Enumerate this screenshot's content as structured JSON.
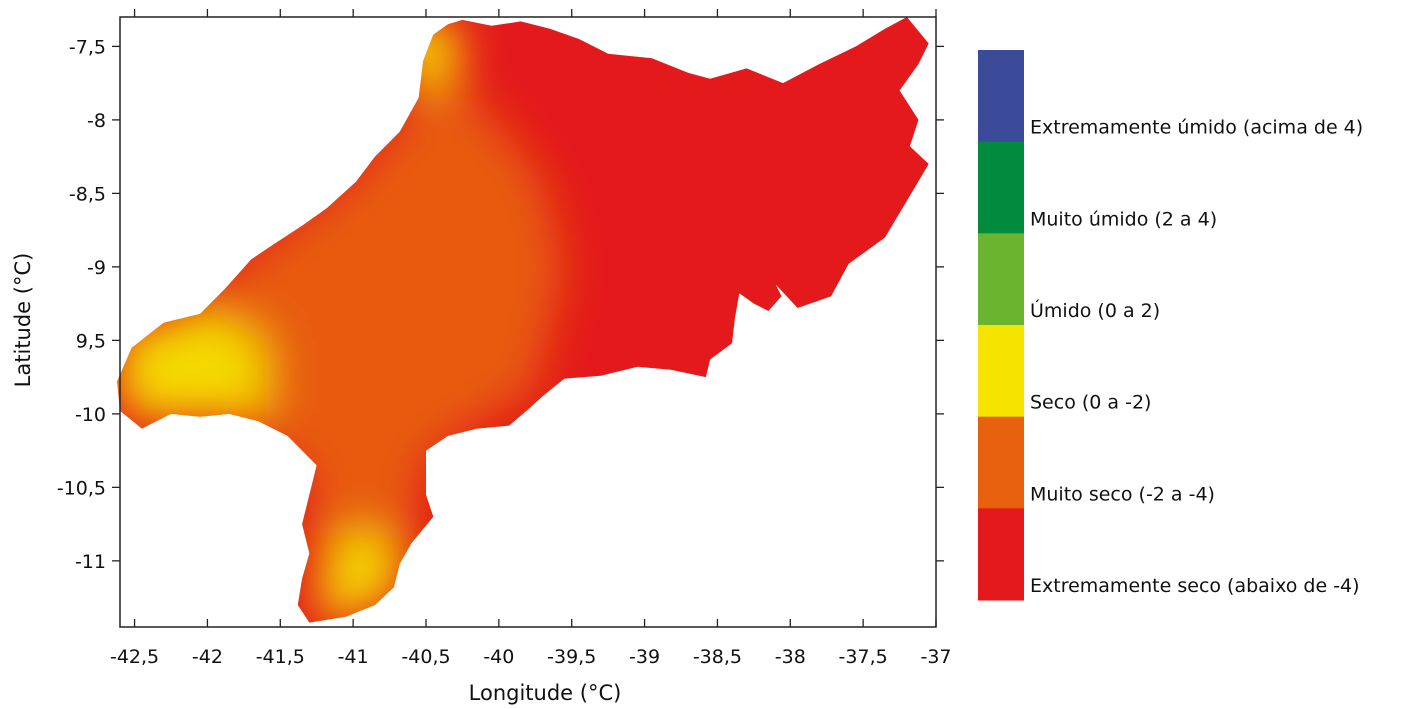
{
  "chart_data": {
    "type": "heatmap",
    "title": "",
    "xlabel": "Longitude (°C)",
    "ylabel": "Latitude (°C)",
    "xlim": [
      -42.6,
      -37.0
    ],
    "ylim": [
      -11.45,
      -7.3
    ],
    "x_ticks": [
      {
        "value": -42.5,
        "label": "-42,5"
      },
      {
        "value": -42.0,
        "label": "-42"
      },
      {
        "value": -41.5,
        "label": "-41,5"
      },
      {
        "value": -41.0,
        "label": "-41"
      },
      {
        "value": -40.5,
        "label": "-40,5"
      },
      {
        "value": -40.0,
        "label": "-40"
      },
      {
        "value": -39.5,
        "label": "-39,5"
      },
      {
        "value": -39.0,
        "label": "-39"
      },
      {
        "value": -38.5,
        "label": "-38,5"
      },
      {
        "value": -38.0,
        "label": "-38"
      },
      {
        "value": -37.5,
        "label": "-37,5"
      },
      {
        "value": -37.0,
        "label": "-37"
      }
    ],
    "y_ticks": [
      {
        "value": -7.5,
        "label": "-7,5"
      },
      {
        "value": -8.0,
        "label": "-8"
      },
      {
        "value": -8.5,
        "label": "-8,5"
      },
      {
        "value": -9.0,
        "label": "-9"
      },
      {
        "value": -9.5,
        "label": "9,5"
      },
      {
        "value": -10.0,
        "label": "-10"
      },
      {
        "value": -10.5,
        "label": "-10,5"
      },
      {
        "value": -11.0,
        "label": "-11"
      }
    ],
    "grid": false,
    "legend_position": "right",
    "legend": [
      {
        "label": "Extremamente úmido (acima de 4)",
        "color": "#3c4a9a"
      },
      {
        "label": "Muito úmido (2 a 4)",
        "color": "#008b3e"
      },
      {
        "label": "Úmido (0 a 2)",
        "color": "#6ab42f"
      },
      {
        "label": "Seco (0 a -2)",
        "color": "#f5e400"
      },
      {
        "label": "Muito seco (-2 a -4)",
        "color": "#e8610f"
      },
      {
        "label": "Extremamente seco (abaixo de -4)",
        "color": "#e3191b"
      }
    ],
    "region_boundary": [
      [
        -40.35,
        -7.35
      ],
      [
        -40.25,
        -7.32
      ],
      [
        -40.05,
        -7.36
      ],
      [
        -39.85,
        -7.33
      ],
      [
        -39.65,
        -7.38
      ],
      [
        -39.45,
        -7.45
      ],
      [
        -39.25,
        -7.55
      ],
      [
        -38.95,
        -7.58
      ],
      [
        -38.7,
        -7.68
      ],
      [
        -38.55,
        -7.72
      ],
      [
        -38.3,
        -7.65
      ],
      [
        -38.05,
        -7.75
      ],
      [
        -37.8,
        -7.62
      ],
      [
        -37.55,
        -7.5
      ],
      [
        -37.35,
        -7.38
      ],
      [
        -37.2,
        -7.3
      ],
      [
        -37.05,
        -7.48
      ],
      [
        -37.12,
        -7.62
      ],
      [
        -37.25,
        -7.8
      ],
      [
        -37.12,
        -8.0
      ],
      [
        -37.18,
        -8.18
      ],
      [
        -37.05,
        -8.3
      ],
      [
        -37.2,
        -8.55
      ],
      [
        -37.35,
        -8.8
      ],
      [
        -37.6,
        -8.98
      ],
      [
        -37.72,
        -9.2
      ],
      [
        -37.95,
        -9.28
      ],
      [
        -38.1,
        -9.12
      ],
      [
        -38.06,
        -9.2
      ],
      [
        -38.15,
        -9.3
      ],
      [
        -38.25,
        -9.25
      ],
      [
        -38.35,
        -9.18
      ],
      [
        -38.38,
        -9.35
      ],
      [
        -38.4,
        -9.52
      ],
      [
        -38.55,
        -9.63
      ],
      [
        -38.58,
        -9.75
      ],
      [
        -38.82,
        -9.7
      ],
      [
        -39.05,
        -9.68
      ],
      [
        -39.3,
        -9.74
      ],
      [
        -39.55,
        -9.76
      ],
      [
        -39.7,
        -9.88
      ],
      [
        -39.8,
        -9.97
      ],
      [
        -39.93,
        -10.08
      ],
      [
        -40.15,
        -10.1
      ],
      [
        -40.35,
        -10.15
      ],
      [
        -40.5,
        -10.25
      ],
      [
        -40.5,
        -10.55
      ],
      [
        -40.45,
        -10.7
      ],
      [
        -40.6,
        -10.88
      ],
      [
        -40.68,
        -11.02
      ],
      [
        -40.72,
        -11.18
      ],
      [
        -40.85,
        -11.3
      ],
      [
        -41.05,
        -11.38
      ],
      [
        -41.3,
        -11.42
      ],
      [
        -41.38,
        -11.3
      ],
      [
        -41.35,
        -11.12
      ],
      [
        -41.3,
        -10.95
      ],
      [
        -41.35,
        -10.75
      ],
      [
        -41.3,
        -10.55
      ],
      [
        -41.25,
        -10.35
      ],
      [
        -41.45,
        -10.15
      ],
      [
        -41.65,
        -10.05
      ],
      [
        -41.85,
        -10.0
      ],
      [
        -42.05,
        -10.02
      ],
      [
        -42.25,
        -10.0
      ],
      [
        -42.45,
        -10.1
      ],
      [
        -42.6,
        -9.98
      ],
      [
        -42.62,
        -9.78
      ],
      [
        -42.52,
        -9.55
      ],
      [
        -42.3,
        -9.38
      ],
      [
        -42.05,
        -9.32
      ],
      [
        -41.88,
        -9.15
      ],
      [
        -41.7,
        -8.95
      ],
      [
        -41.55,
        -8.85
      ],
      [
        -41.35,
        -8.72
      ],
      [
        -41.18,
        -8.6
      ],
      [
        -40.98,
        -8.42
      ],
      [
        -40.85,
        -8.25
      ],
      [
        -40.68,
        -8.08
      ],
      [
        -40.55,
        -7.85
      ],
      [
        -40.52,
        -7.6
      ],
      [
        -40.45,
        -7.42
      ]
    ],
    "regions": [
      {
        "class": "Seco (0 a -2)",
        "polygon": [
          [
            -40.8,
            -7.35
          ],
          [
            -40.3,
            -7.32
          ],
          [
            -40.25,
            -7.7
          ],
          [
            -40.5,
            -7.85
          ],
          [
            -40.7,
            -7.6
          ]
        ]
      },
      {
        "class": "Muito seco (-2 a -4)",
        "polygon": [
          [
            -42.2,
            -9.3
          ],
          [
            -41.0,
            -8.4
          ],
          [
            -40.5,
            -7.8
          ],
          [
            -40.1,
            -7.9
          ],
          [
            -39.7,
            -8.4
          ],
          [
            -39.55,
            -9.0
          ],
          [
            -39.75,
            -9.85
          ],
          [
            -40.2,
            -10.1
          ],
          [
            -40.5,
            -10.3
          ],
          [
            -40.6,
            -10.9
          ],
          [
            -41.3,
            -11.0
          ],
          [
            -41.3,
            -10.4
          ],
          [
            -41.9,
            -10.0
          ],
          [
            -42.5,
            -9.9
          ]
        ]
      },
      {
        "class": "Seco (0 a -2)",
        "polygon": [
          [
            -42.62,
            -9.45
          ],
          [
            -42.0,
            -9.3
          ],
          [
            -41.6,
            -9.5
          ],
          [
            -41.6,
            -10.0
          ],
          [
            -42.2,
            -10.05
          ],
          [
            -42.6,
            -10.0
          ]
        ]
      },
      {
        "class": "Seco (0 a -2)",
        "polygon": [
          [
            -41.1,
            -10.8
          ],
          [
            -40.7,
            -10.85
          ],
          [
            -40.65,
            -11.2
          ],
          [
            -41.0,
            -11.4
          ],
          [
            -41.3,
            -11.35
          ]
        ]
      }
    ]
  }
}
